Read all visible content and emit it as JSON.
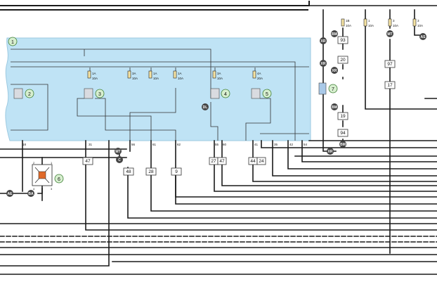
{
  "callouts": [
    "1",
    "2",
    "3",
    "4",
    "5",
    "6",
    "7"
  ],
  "fuses_in_box": [
    {
      "id": "1A",
      "rating": "10A"
    },
    {
      "id": "3A",
      "rating": "10A"
    },
    {
      "id": "1A",
      "rating": "10A"
    },
    {
      "id": "1A",
      "rating": "10A"
    },
    {
      "id": "3A",
      "rating": "10A"
    },
    {
      "id": "4A",
      "rating": "20A"
    }
  ],
  "fuses_top": [
    {
      "id": "1B",
      "rating": "10A"
    },
    {
      "id": "1",
      "rating": "10A"
    },
    {
      "id": "3",
      "rating": "10A"
    },
    {
      "id": "3",
      "rating": "10A"
    }
  ],
  "pin_numbers": [
    "18",
    "31",
    "56",
    "61",
    "62",
    "55",
    "60",
    "41",
    "35",
    "42",
    "54"
  ],
  "connectors": {
    "xr_top": "XR",
    "bm_1": "BM",
    "xr_2": "XR",
    "xr_3": "XR",
    "bm_2": "BM",
    "bm_3": "BM",
    "xr_bottom": "XR",
    "mt_top": "MT",
    "as_top": "AS",
    "mt_left": "MT",
    "c": "C",
    "dl": "DL",
    "ae": "AE",
    "ba": "BA"
  },
  "wire_numbers": {
    "w93": "93",
    "w20": "20",
    "w19": "19",
    "w94": "94",
    "w97": "97",
    "w17": "17",
    "w47a": "47",
    "w48": "48",
    "w28": "28",
    "w9": "9",
    "w27": "27",
    "w47b": "47",
    "w44": "44",
    "w24": "24"
  },
  "colors": {
    "box_fill": "#bfe3f5",
    "box_stroke": "#9cc9e0",
    "wire": "#1a1a1a",
    "callout_fill": "#d7efcf",
    "callout_stroke": "#3c7d33",
    "fuse_fill": "#f5e3a3",
    "relay_fill": "#e06a2a"
  }
}
